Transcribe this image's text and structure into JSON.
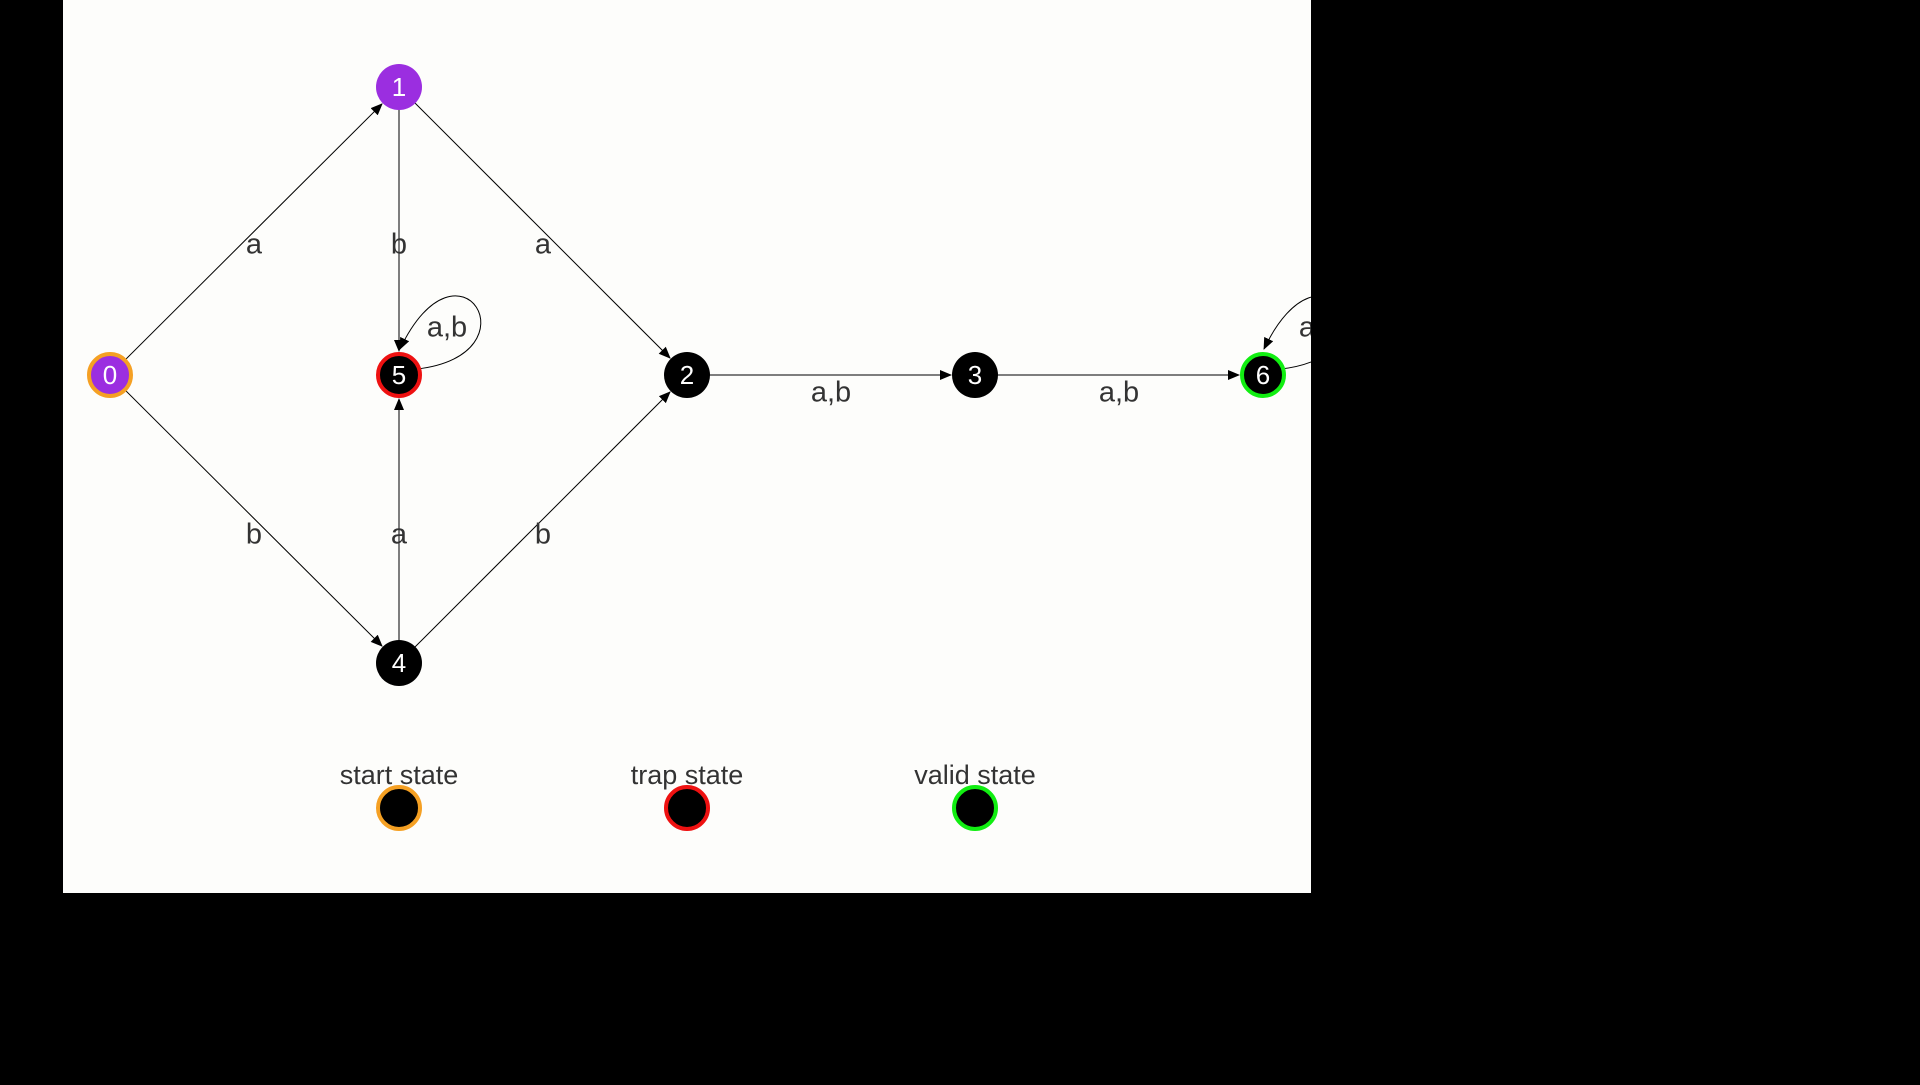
{
  "colors": {
    "page_background": "#000000",
    "canvas_background": "#fdfdfb",
    "state_fill": "#000000",
    "highlight_fill": "#9b2ee0",
    "start_ring": "#f5a023",
    "trap_ring": "#ee1111",
    "valid_ring": "#11ee11",
    "edge": "#000000",
    "label_text": "#333333",
    "state_text": "#ffffff"
  },
  "states": [
    {
      "id": "0",
      "label": "0",
      "kind": "start",
      "highlighted": true
    },
    {
      "id": "1",
      "label": "1",
      "kind": "normal",
      "highlighted": true
    },
    {
      "id": "2",
      "label": "2",
      "kind": "normal",
      "highlighted": false
    },
    {
      "id": "3",
      "label": "3",
      "kind": "normal",
      "highlighted": false
    },
    {
      "id": "4",
      "label": "4",
      "kind": "normal",
      "highlighted": false
    },
    {
      "id": "5",
      "label": "5",
      "kind": "trap",
      "highlighted": false
    },
    {
      "id": "6",
      "label": "6",
      "kind": "valid",
      "highlighted": false
    }
  ],
  "transitions": [
    {
      "from": "0",
      "to": "1",
      "label": "a"
    },
    {
      "from": "0",
      "to": "4",
      "label": "b"
    },
    {
      "from": "1",
      "to": "5",
      "label": "b"
    },
    {
      "from": "1",
      "to": "2",
      "label": "a"
    },
    {
      "from": "4",
      "to": "5",
      "label": "a"
    },
    {
      "from": "4",
      "to": "2",
      "label": "b"
    },
    {
      "from": "5",
      "to": "5",
      "label": "a,b"
    },
    {
      "from": "2",
      "to": "3",
      "label": "a,b"
    },
    {
      "from": "3",
      "to": "6",
      "label": "a,b"
    },
    {
      "from": "6",
      "to": "6",
      "label": "a,"
    }
  ],
  "legend": [
    {
      "label": "start state",
      "kind": "start"
    },
    {
      "label": "trap state",
      "kind": "trap"
    },
    {
      "label": "valid state",
      "kind": "valid"
    }
  ]
}
